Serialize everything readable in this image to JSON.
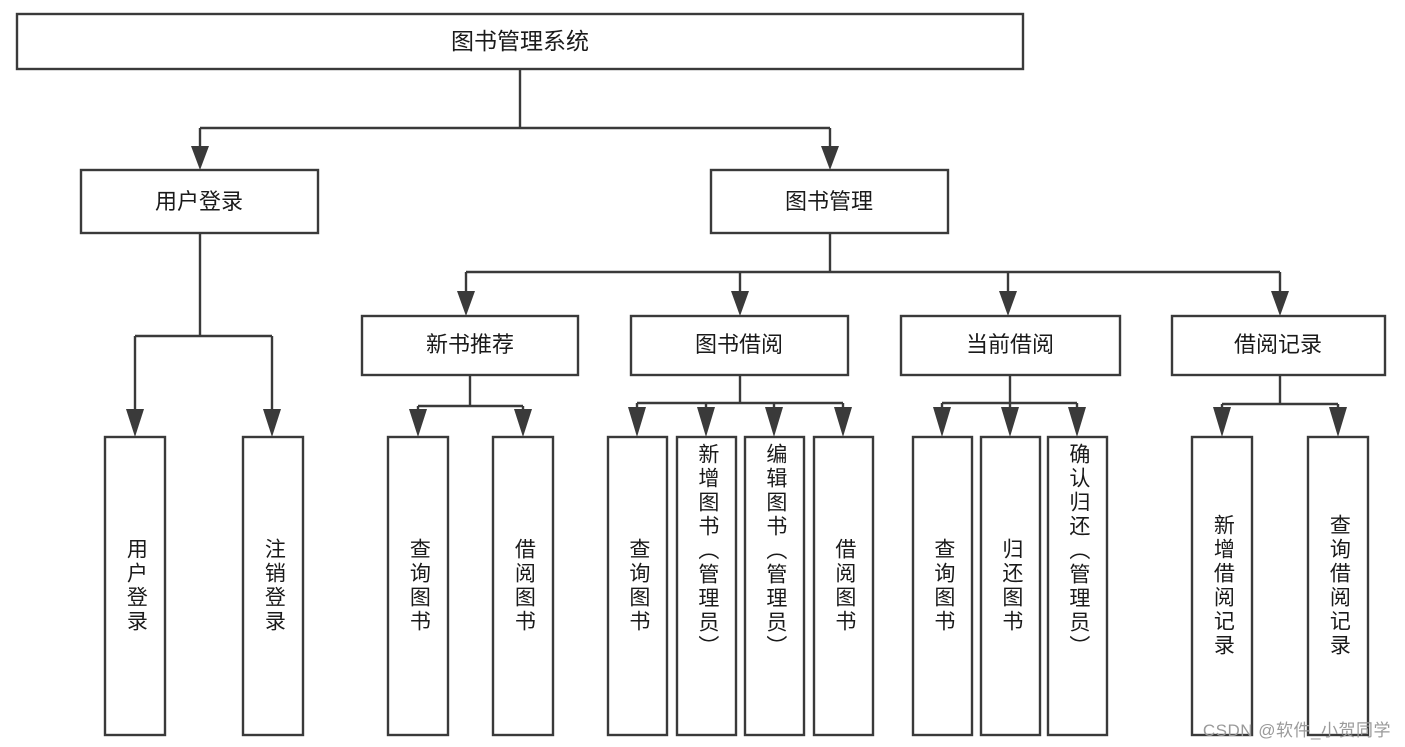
{
  "diagram": {
    "title": "图书管理系统",
    "type": "tree-hierarchy",
    "watermark": "CSDN @软件_小贺同学",
    "root": {
      "id": "root",
      "label": "图书管理系统",
      "orientation": "horizontal"
    },
    "level2": [
      {
        "id": "user-login",
        "label": "用户登录",
        "orientation": "horizontal"
      },
      {
        "id": "book-management",
        "label": "图书管理",
        "orientation": "horizontal"
      }
    ],
    "level3": [
      {
        "id": "new-book-recommend",
        "label": "新书推荐",
        "parent": "book-management",
        "orientation": "horizontal"
      },
      {
        "id": "book-borrow",
        "label": "图书借阅",
        "parent": "book-management",
        "orientation": "horizontal"
      },
      {
        "id": "current-borrow",
        "label": "当前借阅",
        "parent": "book-management",
        "orientation": "horizontal"
      },
      {
        "id": "borrow-record",
        "label": "借阅记录",
        "parent": "book-management",
        "orientation": "horizontal"
      }
    ],
    "leaves": [
      {
        "id": "leaf-user-login",
        "label": "用户登录",
        "parent": "user-login",
        "orientation": "vertical"
      },
      {
        "id": "leaf-logout-login",
        "label": "注销登录",
        "parent": "user-login",
        "orientation": "vertical"
      },
      {
        "id": "leaf-query-book-1",
        "label": "查询图书",
        "parent": "new-book-recommend",
        "orientation": "vertical"
      },
      {
        "id": "leaf-borrow-book-1",
        "label": "借阅图书",
        "parent": "new-book-recommend",
        "orientation": "vertical"
      },
      {
        "id": "leaf-query-book-2",
        "label": "查询图书",
        "parent": "book-borrow",
        "orientation": "vertical"
      },
      {
        "id": "leaf-add-book",
        "label": "新增图书（管理员）",
        "parent": "book-borrow",
        "orientation": "vertical"
      },
      {
        "id": "leaf-edit-book",
        "label": "编辑图书（管理员）",
        "parent": "book-borrow",
        "orientation": "vertical"
      },
      {
        "id": "leaf-borrow-book-2",
        "label": "借阅图书",
        "parent": "book-borrow",
        "orientation": "vertical"
      },
      {
        "id": "leaf-query-book-3",
        "label": "查询图书",
        "parent": "current-borrow",
        "orientation": "vertical"
      },
      {
        "id": "leaf-return-book",
        "label": "归还图书",
        "parent": "current-borrow",
        "orientation": "vertical"
      },
      {
        "id": "leaf-confirm-return",
        "label": "确认归还（管理员）",
        "parent": "current-borrow",
        "orientation": "vertical"
      },
      {
        "id": "leaf-add-record",
        "label": "新增借阅记录",
        "parent": "borrow-record",
        "orientation": "vertical"
      },
      {
        "id": "leaf-query-record",
        "label": "查询借阅记录",
        "parent": "borrow-record",
        "orientation": "vertical"
      }
    ],
    "colors": {
      "box_stroke": "#3a3a3a",
      "box_fill": "#ffffff",
      "text": "#1a1a1a",
      "connector": "#3a3a3a",
      "watermark": "#9a9a9a",
      "background": "#ffffff"
    }
  }
}
